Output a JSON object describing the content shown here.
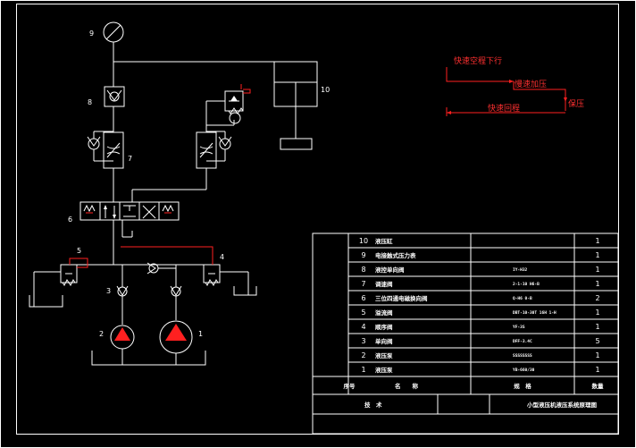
{
  "cycle": {
    "step1": "快速空程下行",
    "step2": "慢速加压",
    "step3": "保压",
    "step4": "快速回程"
  },
  "component_numbers": [
    "1",
    "2",
    "3",
    "4",
    "5",
    "6",
    "7",
    "8",
    "9",
    "10"
  ],
  "bom": {
    "rows": [
      {
        "no": "10",
        "name": "液压缸",
        "spec": "",
        "qty": "1"
      },
      {
        "no": "9",
        "name": "电接触式压力表",
        "spec": "",
        "qty": "1"
      },
      {
        "no": "8",
        "name": "液控单向阀",
        "spec": "IY-H32",
        "qty": "1"
      },
      {
        "no": "7",
        "name": "调速阀",
        "spec": "2-1-10 H6-B",
        "qty": "1"
      },
      {
        "no": "6",
        "name": "三位四通电磁换向阀",
        "spec": "Q-H6 0-B",
        "qty": "2"
      },
      {
        "no": "5",
        "name": "溢流阀",
        "spec": "DBT-10-30T 16H 1-H",
        "qty": "1"
      },
      {
        "no": "4",
        "name": "顺序阀",
        "spec": "YF-3S",
        "qty": "1"
      },
      {
        "no": "3",
        "name": "单向阀",
        "spec": "DFF-3.4C",
        "qty": "5"
      },
      {
        "no": "2",
        "name": "液压泵",
        "spec": "SSSSSSSS",
        "qty": "1"
      },
      {
        "no": "1",
        "name": "液压泵",
        "spec": "YB-660/30",
        "qty": "1"
      }
    ],
    "header": {
      "no": "序号",
      "name": "名　　称",
      "spec": "规　格",
      "qty": "数量"
    },
    "title_left": "技　术",
    "title_right": "小型液压机液压系统原理图"
  }
}
